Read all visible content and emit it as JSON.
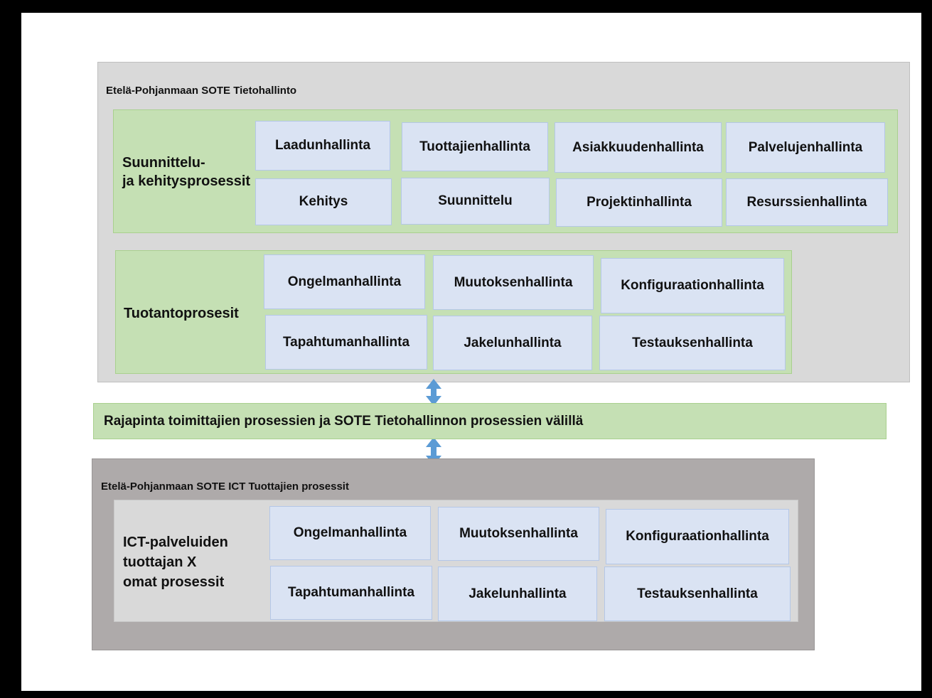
{
  "top_panel": {
    "title": "Etelä-Pohjanmaan SOTE Tietohallinto",
    "planning": {
      "label_line1": "Suunnittelu-",
      "label_line2": "ja kehitysprosessit",
      "boxes": [
        "Laadunhallinta",
        "Tuottajienhallinta",
        "Asiakkuudenhallinta",
        "Palvelujenhallinta",
        "Kehitys",
        "Suunnittelu",
        "Projektinhallinta",
        "Resurssienhallinta"
      ]
    },
    "production": {
      "label": "Tuotantoprosesit",
      "boxes": [
        "Ongelmanhallinta",
        "Muutoksenhallinta",
        "Konfiguraationhallinta",
        "Tapahtumanhallinta",
        "Jakelunhallinta",
        "Testauksenhallinta"
      ]
    }
  },
  "interface": {
    "label": "Rajapinta toimittajien prosessien ja SOTE Tietohallinnon prosessien välillä"
  },
  "bottom_panel": {
    "title": "Etelä-Pohjanmaan SOTE ICT Tuottajien prosessit",
    "provider": {
      "label_line1": "ICT-palveluiden",
      "label_line2": "tuottajan X",
      "label_line3": "omat prosessit",
      "boxes": [
        "Ongelmanhallinta",
        "Muutoksenhallinta",
        "Konfiguraationhallinta",
        "Tapahtumanhallinta",
        "Jakelunhallinta",
        "Testauksenhallinta"
      ]
    }
  },
  "colors": {
    "arrow": "#5b9bd5",
    "box_fill": "#dae3f3",
    "green_fill": "#c5e0b4",
    "top_panel_fill": "#d9d9d9",
    "bottom_panel_fill": "#aeaaaa"
  }
}
